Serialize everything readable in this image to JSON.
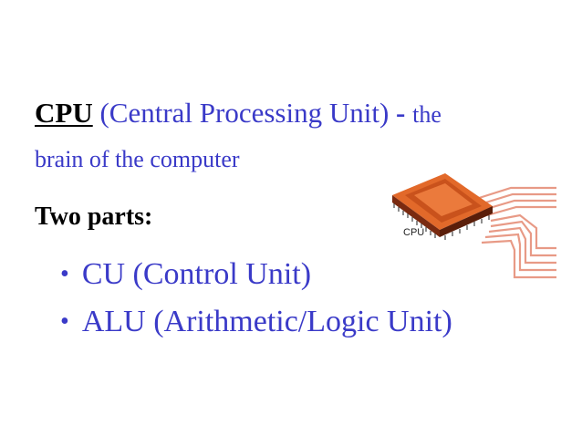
{
  "heading": {
    "term": "CPU",
    "expansion": "(Central Processing Unit)",
    "dash": "-",
    "rest": "the",
    "line2": "brain of the computer"
  },
  "subhead": "Two parts:",
  "bullets": [
    {
      "marker": "•",
      "text": "CU (Control Unit)"
    },
    {
      "marker": "•",
      "text": "ALU (Arithmetic/Logic Unit)"
    }
  ],
  "illustration": {
    "chip_label": "CPU",
    "icon": "cpu-chip-icon",
    "colors": {
      "chip_top": "#e2692a",
      "chip_edge": "#7a2a10",
      "traces": "#e89a86"
    }
  },
  "colors": {
    "accent_text": "#3a3ac8",
    "black_text": "#000000",
    "background": "#ffffff"
  }
}
